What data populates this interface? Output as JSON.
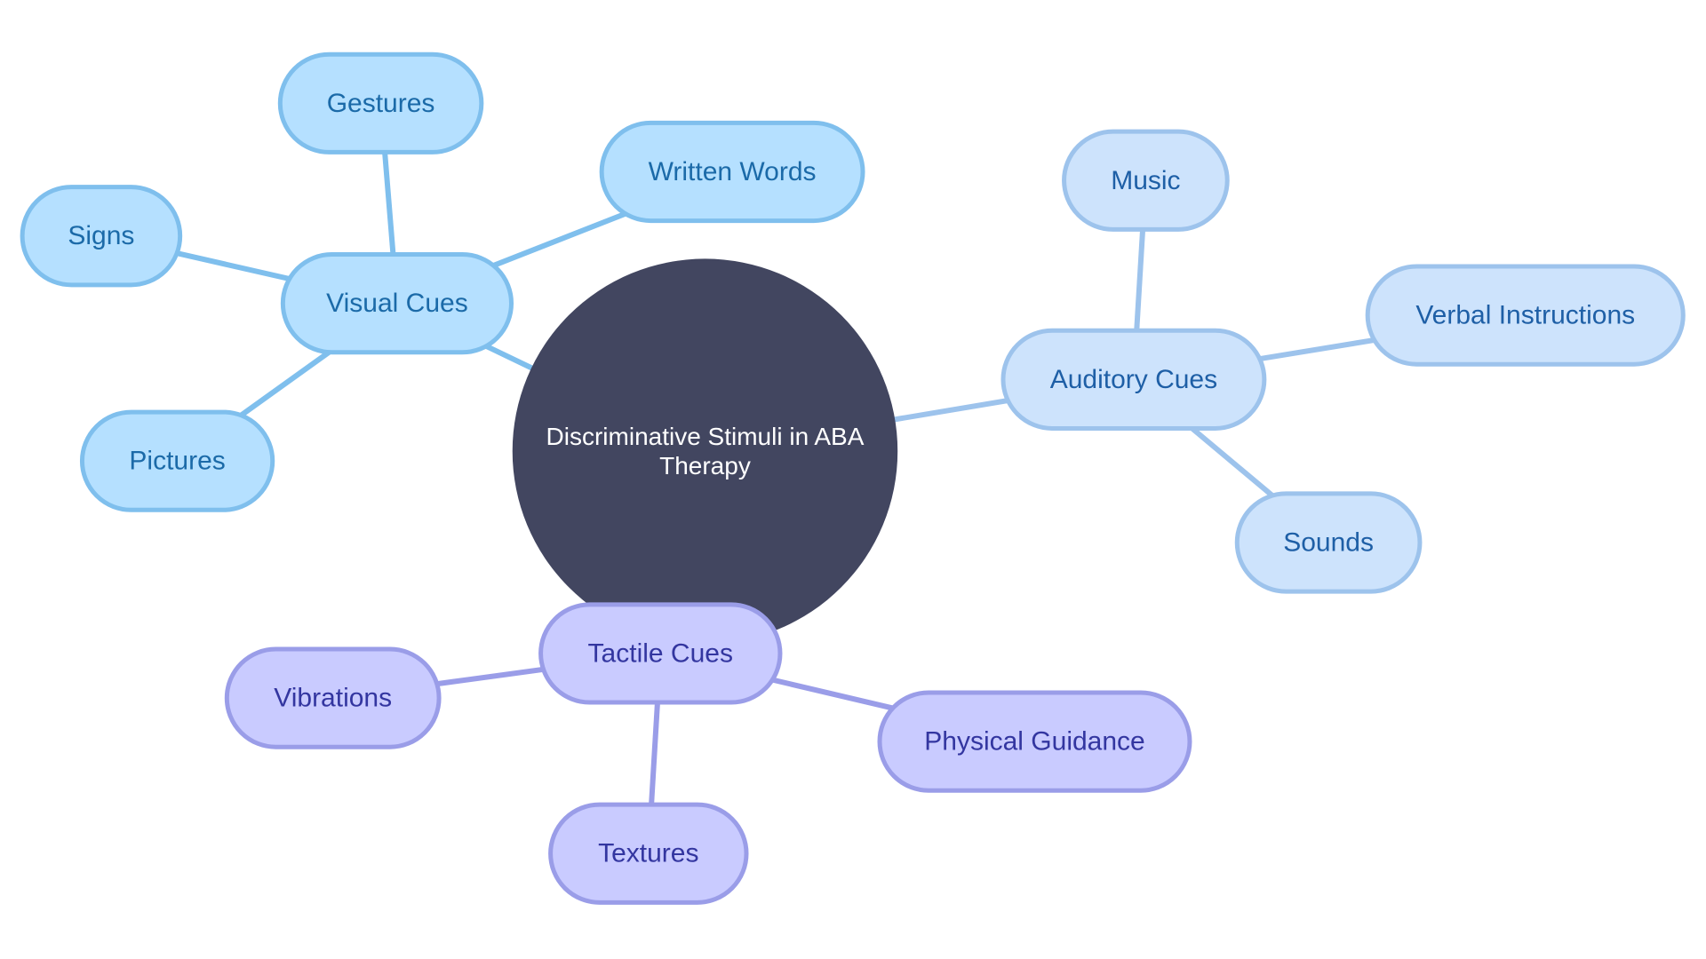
{
  "diagram": {
    "root": {
      "label_lines": [
        "Discriminative Stimuli in ABA",
        "Therapy"
      ],
      "fill": "#424660",
      "text_color": "#ffffff"
    },
    "branches": [
      {
        "label": "Visual Cues",
        "fill": "#b5e0ff",
        "stroke": "#7fbfed",
        "text_color": "#1b6aa8",
        "children": [
          "Gestures",
          "Written Words",
          "Signs",
          "Pictures"
        ]
      },
      {
        "label": "Auditory Cues",
        "fill": "#cde3fc",
        "stroke": "#9dc3ec",
        "text_color": "#1e5fa6",
        "children": [
          "Music",
          "Verbal Instructions",
          "Sounds"
        ]
      },
      {
        "label": "Tactile Cues",
        "fill": "#c9cbff",
        "stroke": "#9a9de8",
        "text_color": "#3336a0",
        "children": [
          "Vibrations",
          "Physical Guidance",
          "Textures"
        ]
      }
    ]
  }
}
